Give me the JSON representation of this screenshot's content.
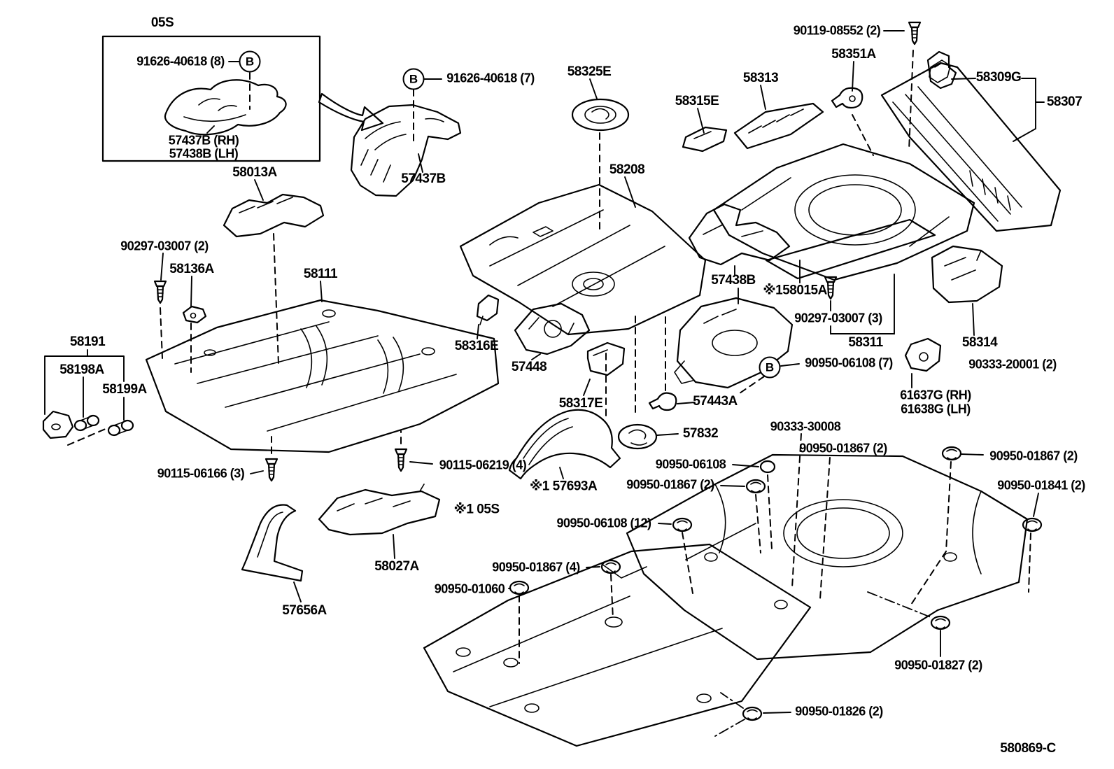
{
  "drawing": {
    "code": "580869-C",
    "inset_spec": "05S",
    "callout_letter": "B"
  },
  "labels": [
    {
      "text": "05S"
    },
    {
      "text": "91626-40618 (8)"
    },
    {
      "text": "B"
    },
    {
      "text": "57437B (RH)"
    },
    {
      "text": "57438B (LH)"
    },
    {
      "text": "58013A"
    },
    {
      "text": "B"
    },
    {
      "text": "91626-40618 (7)"
    },
    {
      "text": "57437B"
    },
    {
      "text": "58325E"
    },
    {
      "text": "58208"
    },
    {
      "text": "58315E"
    },
    {
      "text": "58313"
    },
    {
      "text": "90119-08552 (2)"
    },
    {
      "text": "58351A"
    },
    {
      "text": "58309G"
    },
    {
      "text": "58307"
    },
    {
      "text": "90297-03007 (2)"
    },
    {
      "text": "58136A"
    },
    {
      "text": "58111"
    },
    {
      "text": "58191"
    },
    {
      "text": "58198A"
    },
    {
      "text": "58199A"
    },
    {
      "text": "58316E"
    },
    {
      "text": "57448"
    },
    {
      "text": "57438B"
    },
    {
      "text": "※158015A"
    },
    {
      "text": "90297-03007 (3)"
    },
    {
      "text": "58311"
    },
    {
      "text": "58314"
    },
    {
      "text": "90333-20001 (2)"
    },
    {
      "text": "B"
    },
    {
      "text": "90950-06108 (7)"
    },
    {
      "text": "61637G (RH)"
    },
    {
      "text": "61638G (LH)"
    },
    {
      "text": "58317E"
    },
    {
      "text": "57443A"
    },
    {
      "text": "57832"
    },
    {
      "text": "90333-30008"
    },
    {
      "text": "90950-01867 (2)"
    },
    {
      "text": "90950-06108"
    },
    {
      "text": "90950-01867 (2)"
    },
    {
      "text": "90950-06108 (12)"
    },
    {
      "text": "90950-01867 (4)"
    },
    {
      "text": "90950-01060"
    },
    {
      "text": "90950-01867 (2)"
    },
    {
      "text": "90950-01841 (2)"
    },
    {
      "text": "90115-06166 (3)"
    },
    {
      "text": "90115-06219 (4)"
    },
    {
      "text": "※1 57693A"
    },
    {
      "text": "※1 05S"
    },
    {
      "text": "58027A"
    },
    {
      "text": "57656A"
    },
    {
      "text": "90950-01827 (2)"
    },
    {
      "text": "90950-01826 (2)"
    },
    {
      "text": "580869-C"
    }
  ]
}
